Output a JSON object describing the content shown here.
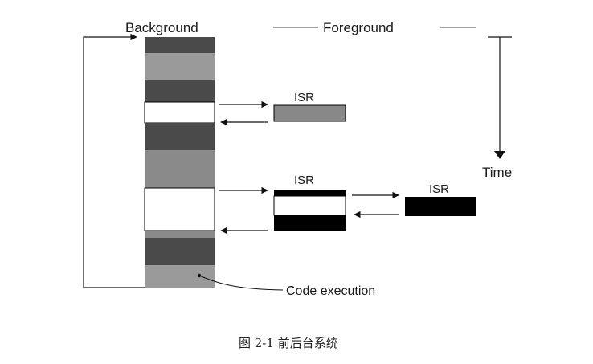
{
  "diagram": {
    "background_label": "Background",
    "foreground_label": "Foreground",
    "time_label": "Time",
    "isr_label_1": "ISR",
    "isr_label_2": "ISR",
    "isr_label_3": "ISR",
    "code_execution_label": "Code execution",
    "caption": "图 2-1 前后台系统",
    "colors": {
      "dark_gray": "#4a4a4a",
      "mid_gray": "#888888",
      "light_gray": "#9a9a9a",
      "black": "#000000",
      "white": "#ffffff"
    }
  }
}
